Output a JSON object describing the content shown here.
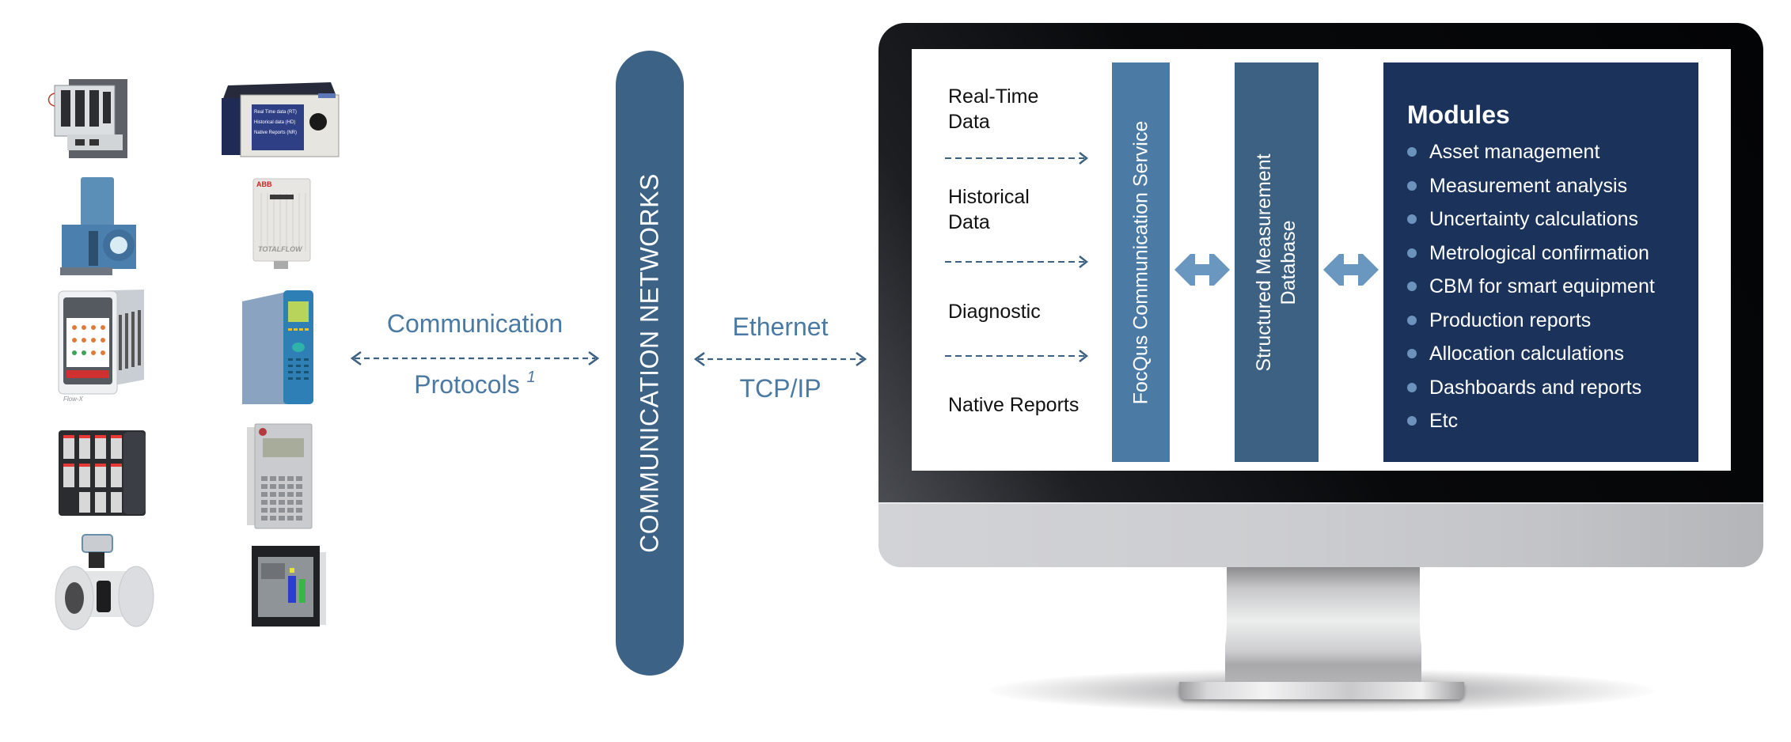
{
  "colors": {
    "accent_text": "#4a7aa3",
    "pill": "#3c6285",
    "service_column": "#4b7ba5",
    "database_column": "#3d6182",
    "modules_panel": "#1b335b",
    "bullet": "#6b93bb",
    "arrow": "#3d6182",
    "double_arrow": "#6a97bf"
  },
  "devices": {
    "items": [
      {
        "name": "modular-flow-computer",
        "label": ""
      },
      {
        "name": "rack-flow-computer",
        "screen_lines": [
          "Real Time data (RT)",
          "Historical data (HD)",
          "Native Reports (NR)"
        ]
      },
      {
        "name": "gas-chromatograph",
        "label": ""
      },
      {
        "name": "totalflow-unit",
        "brand": "ABB",
        "label": "TOTALFLOW"
      },
      {
        "name": "flow-x-computer",
        "label": "Flow-X"
      },
      {
        "name": "blue-panel-computer",
        "label": ""
      },
      {
        "name": "io-module-rack",
        "label": ""
      },
      {
        "name": "keypad-flow-computer",
        "label": ""
      },
      {
        "name": "ultrasonic-meter",
        "label": ""
      },
      {
        "name": "touch-panel-hmi",
        "label": ""
      }
    ]
  },
  "left_link": {
    "top_label": "Communication",
    "bottom_label": "Protocols",
    "footnote": "1"
  },
  "network_pill": {
    "label": "COMMUNICATION NETWORKS"
  },
  "right_link": {
    "top_label": "Ethernet",
    "bottom_label": "TCP/IP"
  },
  "screen": {
    "inputs": [
      {
        "label": "Real-Time\nData"
      },
      {
        "label": "Historical\nData"
      },
      {
        "label": "Diagnostic"
      },
      {
        "label": "Native Reports"
      }
    ],
    "service_column": {
      "label": "FocQus Communication Service"
    },
    "database_column": {
      "label_line1": "Structured Measurement",
      "label_line2": "Database"
    },
    "modules": {
      "title": "Modules",
      "items": [
        "Asset management",
        "Measurement analysis",
        "Uncertainty calculations",
        "Metrological confirmation",
        "CBM for smart equipment",
        "Production reports",
        "Allocation calculations",
        "Dashboards and reports",
        "Etc"
      ]
    }
  }
}
